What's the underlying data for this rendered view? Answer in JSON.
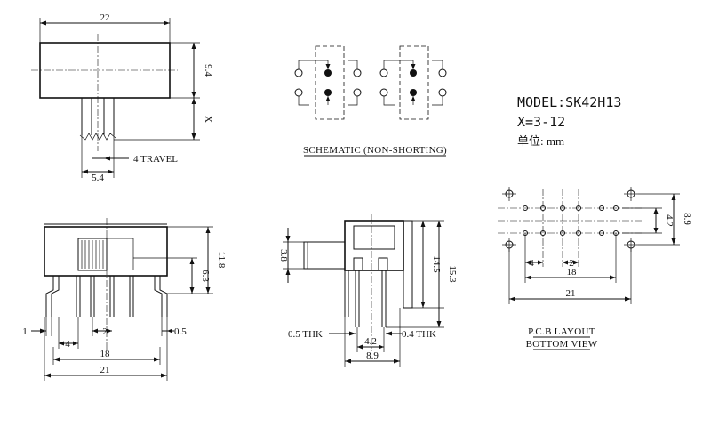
{
  "model": {
    "model_line": "MODEL:SK42H13",
    "x_line": "X=3-12",
    "unit_line": "单位: mm"
  },
  "captions": {
    "schematic": "SCHEMATIC (NON-SHORTING)",
    "pcb_line1": "P.C.B LAYOUT",
    "pcb_line2": "BOTTOM VIEW"
  },
  "top_view": {
    "width": "22",
    "height": "9.4",
    "actuator_len": "X",
    "actuator_w": "5.4",
    "travel": "4 TRAVEL"
  },
  "front_view": {
    "height_total": "11.8",
    "height_body": "6.3",
    "pin_w": "1",
    "pitch": "2",
    "outer_pitch": "4",
    "pin_thk": "0.5",
    "span_inner": "18",
    "span_outer": "21"
  },
  "side_view": {
    "actuator_h": "3.8",
    "height_body": "14.5",
    "height_total": "15.3",
    "left_thk": "0.5 THK",
    "right_thk": "0.4 THK",
    "pin_pitch": "4.2",
    "width": "8.9"
  },
  "pcb_view": {
    "row_spacing": "4.2",
    "height": "8.9",
    "outer_pitch": "4",
    "pitch": "2",
    "span_inner": "18",
    "span_outer": "21"
  }
}
